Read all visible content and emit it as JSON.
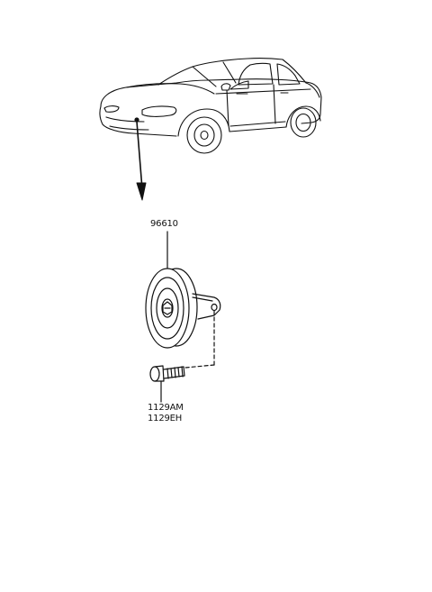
{
  "diagram": {
    "parts": [
      {
        "part_number": "96610",
        "component": "horn"
      },
      {
        "part_number": "1129AM",
        "component": "bolt"
      },
      {
        "part_number": "1129EH",
        "component": "bolt"
      }
    ]
  }
}
